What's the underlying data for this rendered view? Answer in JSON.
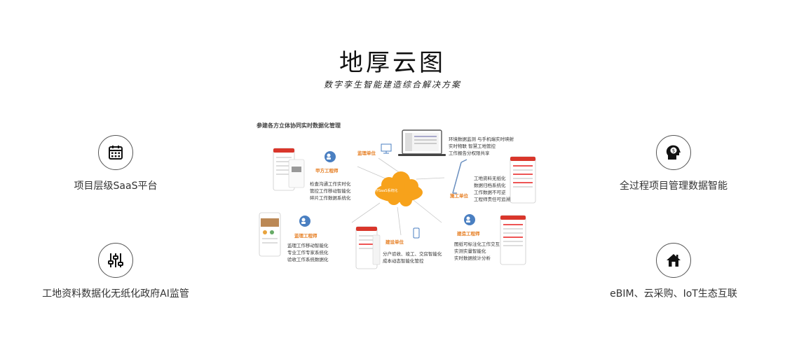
{
  "header": {
    "title": "地厚云图",
    "subtitle": "数字孪生智能建造综合解决方案"
  },
  "features": [
    {
      "label": "项目层级SaaS平台",
      "icon": "calendar-icon"
    },
    {
      "label": "工地资料数据化无纸化政府AI监管",
      "icon": "sliders-icon"
    },
    {
      "label": "全过程项目管理数据智能",
      "icon": "head-money-icon"
    },
    {
      "label": "eBIM、云采购、IoT生态互联",
      "icon": "home-icon"
    }
  ],
  "diagram": {
    "title": "参建各方立体协同实时数据化管理",
    "center": "工作SaaS系统化",
    "nodes": [
      {
        "role": "监理单位",
        "lines": [
          "环境数据监测 与手机端实时映射",
          "实时物联 智慧工地管控",
          "工作报告分权限共享"
        ]
      },
      {
        "role": "甲方工程师",
        "lines": [
          "检查沟通工作实时化",
          "管控工作移动智能化",
          "碎片工作数据系统化"
        ]
      },
      {
        "role": "施工单位",
        "lines": [
          "工地资料无纸化",
          "数据归档系统化",
          "工作数据不可逆",
          "工程师责任可追溯"
        ]
      },
      {
        "role": "监理工程师",
        "lines": [
          "监理工作移动智能化",
          "专业工作专家系统化",
          "验收工作系统数据化"
        ]
      },
      {
        "role": "建设单位",
        "lines": [
          "分户验收、竣工、交房智能化",
          "成本动态智能化管控"
        ]
      },
      {
        "role": "建造工程师",
        "lines": [
          "图纸可标注化工作交互",
          "实测实量智能化",
          "实时数据统计分析"
        ]
      }
    ]
  },
  "colors": {
    "accent": "#e67e22",
    "cloud": "#f7a21b",
    "role_icon": "#4a7fc1",
    "brand_red": "#d9362b"
  }
}
